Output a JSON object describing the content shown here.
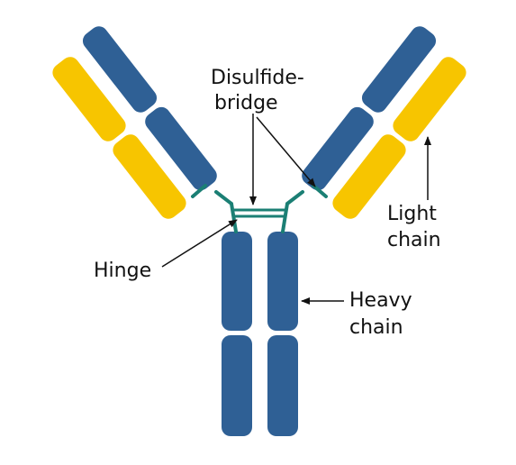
{
  "colors": {
    "heavy_chain": "#2f6095",
    "light_chain": "#f7c500",
    "linker": "#1b7f74",
    "label": "#111111",
    "arrow": "#111111",
    "background": "#ffffff"
  },
  "labels": {
    "disulfide_line1": "Disulfide-",
    "disulfide_line2": "bridge",
    "light_line1": "Light",
    "light_line2": "chain",
    "hinge": "Hinge",
    "heavy_line1": "Heavy",
    "heavy_line2": "chain"
  }
}
